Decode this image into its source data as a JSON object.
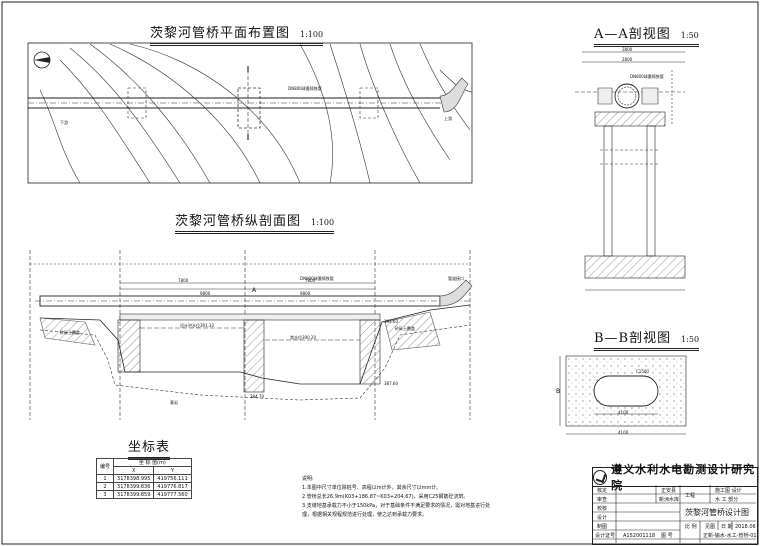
{
  "titles": {
    "plan": "茨黎河管桥平面布置图",
    "plan_scale": "1:100",
    "longitudinal": "茨黎河管桥纵剖面图",
    "longitudinal_scale": "1:100",
    "section_aa": "A—A剖视图",
    "section_aa_scale": "1:50",
    "section_bb": "B—B剖视图",
    "section_bb_scale": "1:50",
    "coord_table": "坐标表"
  },
  "coord_table": {
    "headers": [
      "编号",
      "坐 标 值(m)",
      ""
    ],
    "subheaders": [
      "",
      "X",
      "Y"
    ],
    "rows": [
      [
        "1",
        "3178398.995",
        "419756.111"
      ],
      [
        "2",
        "3178399.836",
        "419776.817"
      ],
      [
        "3",
        "3178399.859",
        "419777.560"
      ]
    ]
  },
  "notes": {
    "heading": "说明:",
    "items": [
      "1.本图中尺寸单位除桩号、高程以m计外，其余尺寸以mm计。",
      "2.管桥总长26.9m(K03+186.87~K03+204.67)，采用C25钢筋砼浇筑。",
      "3.支墩地基承载力不小于150kPa，对于基础条件不满足要求的情况，需对地基进行处理，根据相关规程规范进行处理，使之达到承载力要求。"
    ]
  },
  "title_block": {
    "org": "遵义水利水电勘测设计研究院",
    "labels": [
      "核定",
      "审查",
      "校核",
      "设计",
      "制图",
      "设计证号"
    ],
    "project": [
      "正安县",
      "新洲水库",
      "工程"
    ],
    "stage": [
      "施工图 设计",
      "水 工 部分"
    ],
    "drawing_name": "茨黎河管桥设计图",
    "scale_label": "比 例",
    "scale_value": "见图",
    "date_label": "日 期",
    "date_value": "2018.06",
    "cert_no": "A152001118",
    "no_label": "图 号",
    "drawing_no": "正新-输水-水工-管桥-01"
  },
  "annotations": {
    "pipe_plan": "DN800球墨铸铁管",
    "pipe_long": "DN800球墨铸铁管",
    "pipe_section": "DN800球墨铸铁管",
    "level_1": "设计洪水位391.32",
    "level_2": "常水位390.20",
    "level_3": "391.60",
    "level_4": "387.60",
    "level_5": "384.70",
    "dim_a1": "7800",
    "dim_a2": "7800",
    "dim_total": "9800",
    "dim_total2": "9800",
    "section_A": "A",
    "section_B": "B",
    "bb_dim_w": "4100",
    "bb_dim_inner": "4100",
    "bb_r": "C1500",
    "aa_w": "3800",
    "aa_2": "2800",
    "lbl_upstream": "上游",
    "lbl_downstream": "下游",
    "lbl_bank_l": "砂砾土覆盖",
    "lbl_bank_r": "砂砾土覆盖",
    "lbl_rock": "基岩",
    "lbl_pipe_end": "管道接口"
  }
}
